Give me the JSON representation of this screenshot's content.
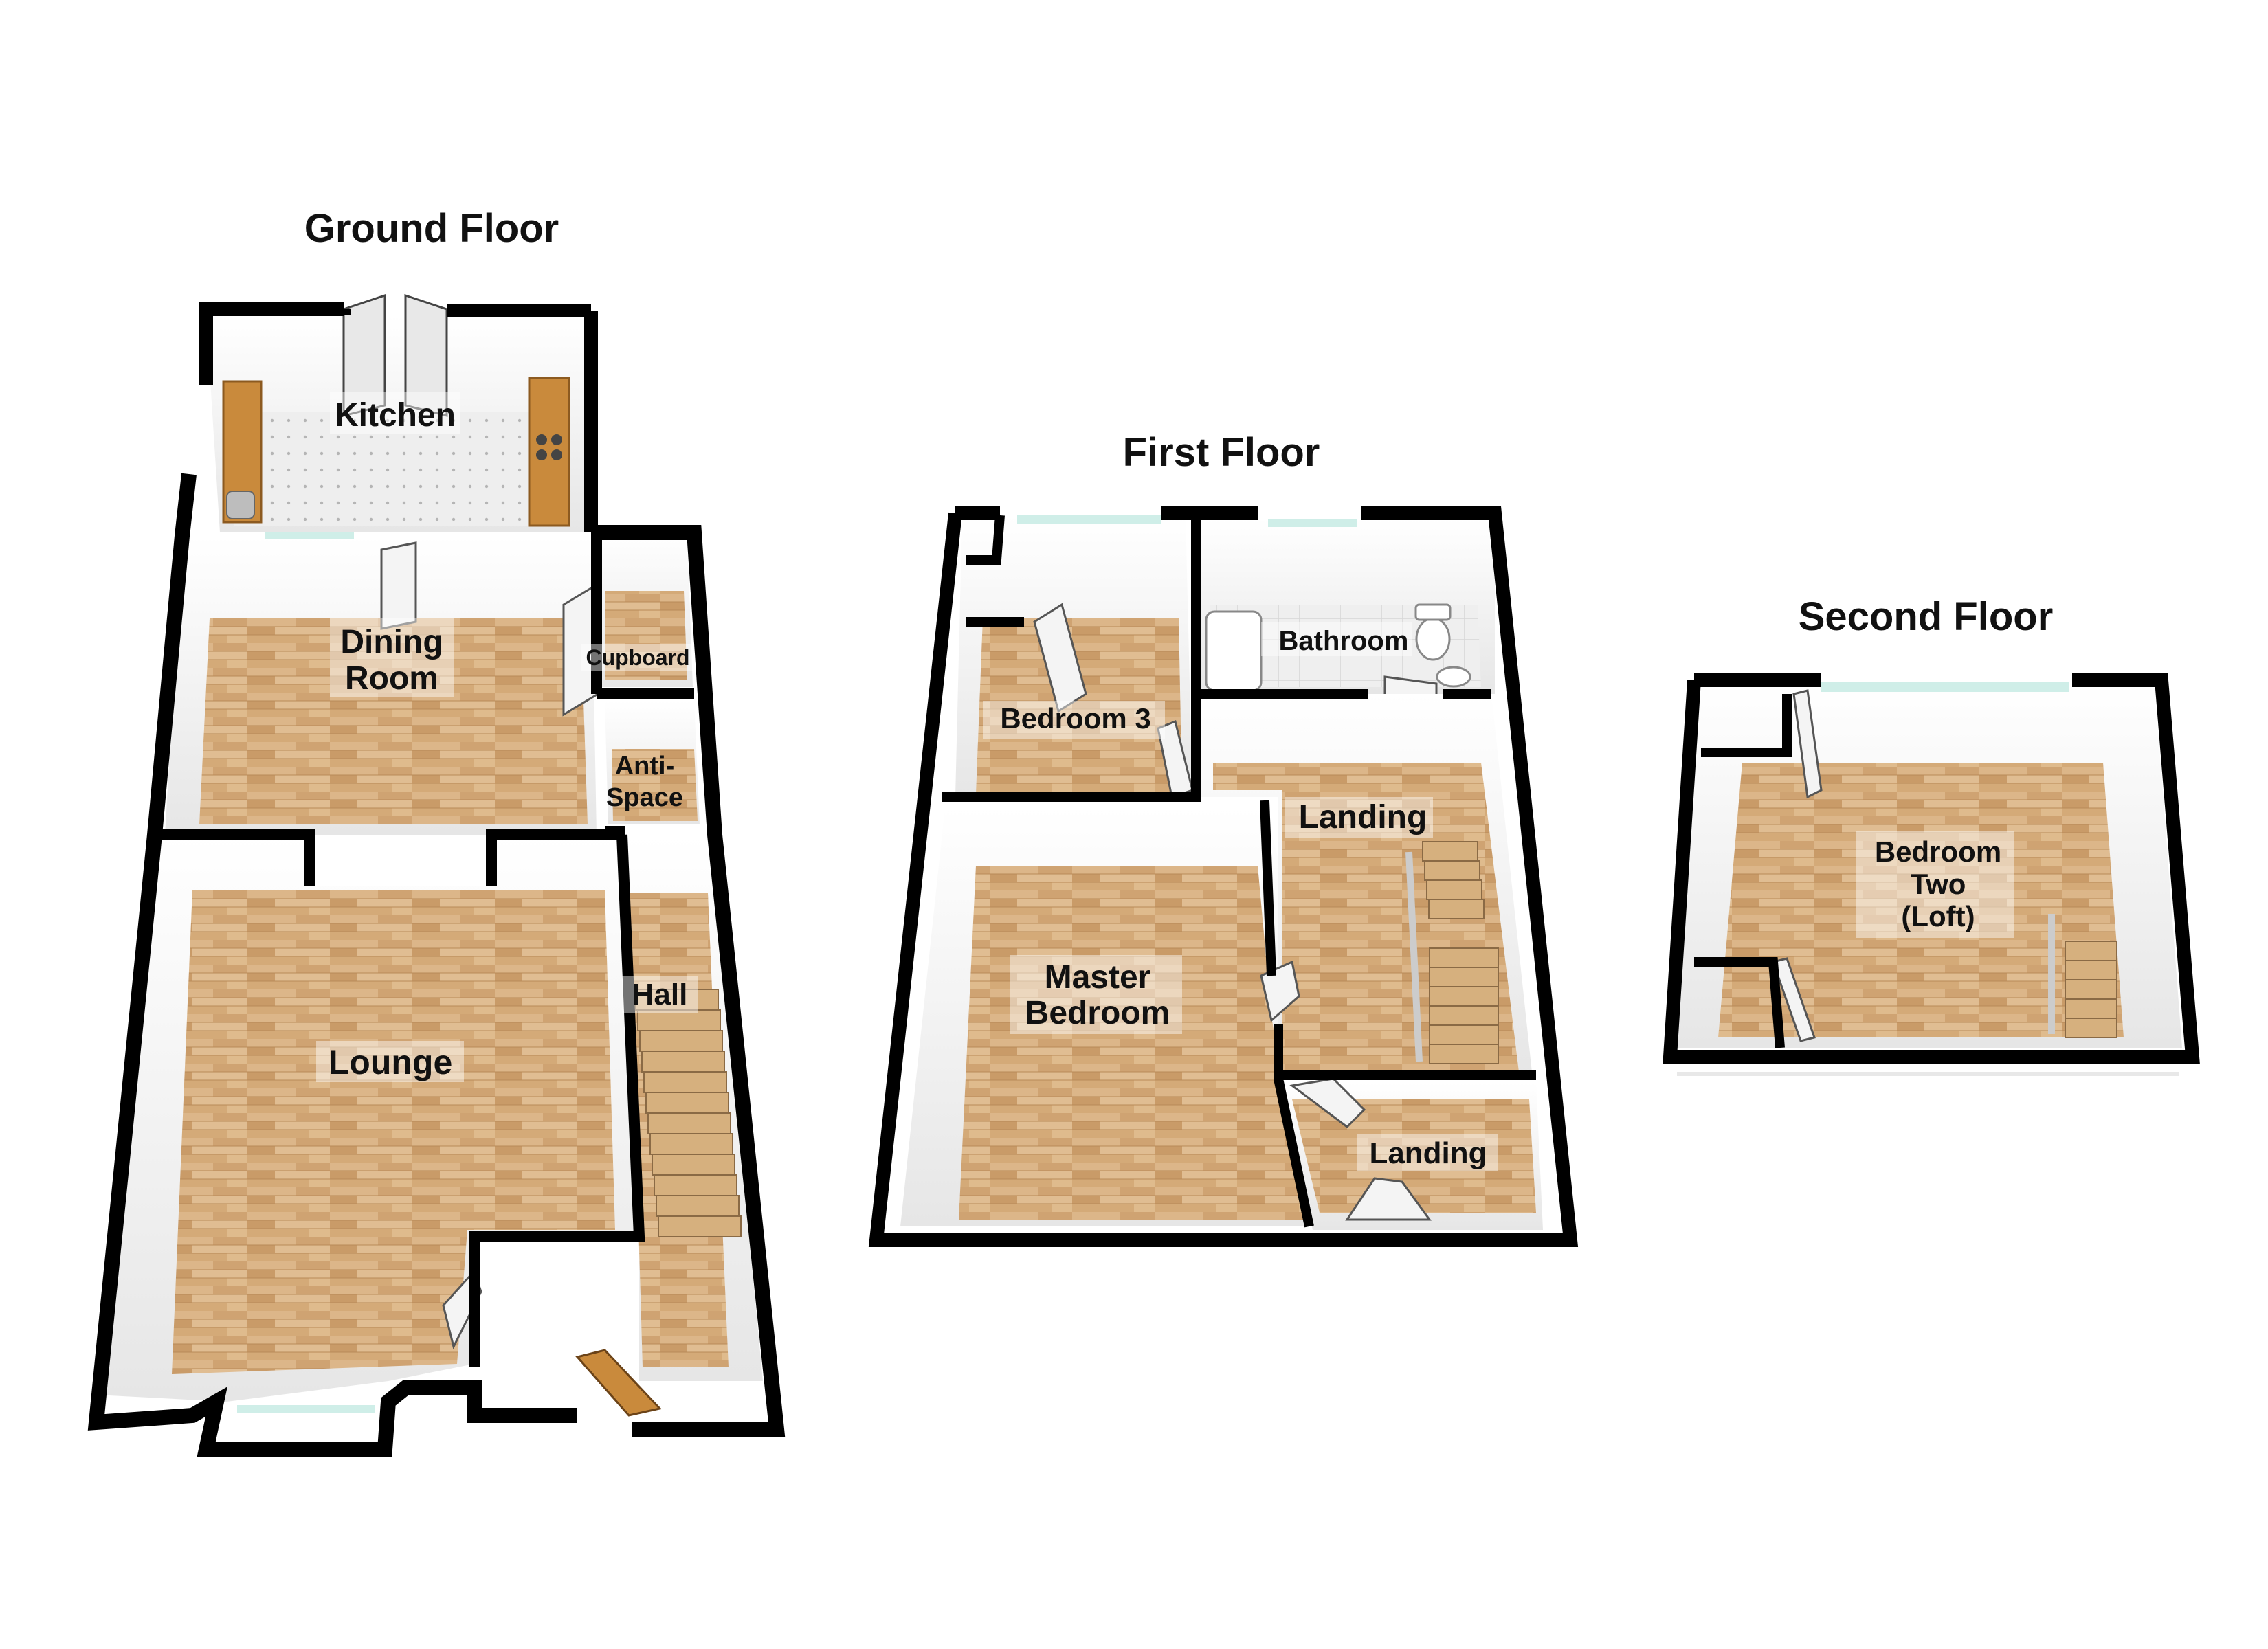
{
  "floors": {
    "ground": {
      "title": "Ground Floor",
      "rooms": {
        "kitchen": "Kitchen",
        "dining_line1": "Dining",
        "dining_line2": "Room",
        "cupboard": "Cupboard",
        "anti_line1": "Anti-",
        "anti_line2": "Space",
        "hall": "Hall",
        "lounge": "Lounge"
      }
    },
    "first": {
      "title": "First Floor",
      "rooms": {
        "bathroom": "Bathroom",
        "bedroom3": "Bedroom 3",
        "landing_upper": "Landing",
        "master_line1": "Master",
        "master_line2": "Bedroom",
        "landing_lower": "Landing"
      }
    },
    "second": {
      "title": "Second Floor",
      "rooms": {
        "bedroom_two_line1": "Bedroom",
        "bedroom_two_line2": "Two",
        "bedroom_two_line3": "(Loft)"
      }
    }
  },
  "colors": {
    "wall": "#000000",
    "wood_floor": "#d9b283",
    "tile_floor": "#ececec",
    "inner_wall": "#f2f2f2",
    "window_glass": "#cfeee8",
    "worktop": "#c98a3c"
  }
}
